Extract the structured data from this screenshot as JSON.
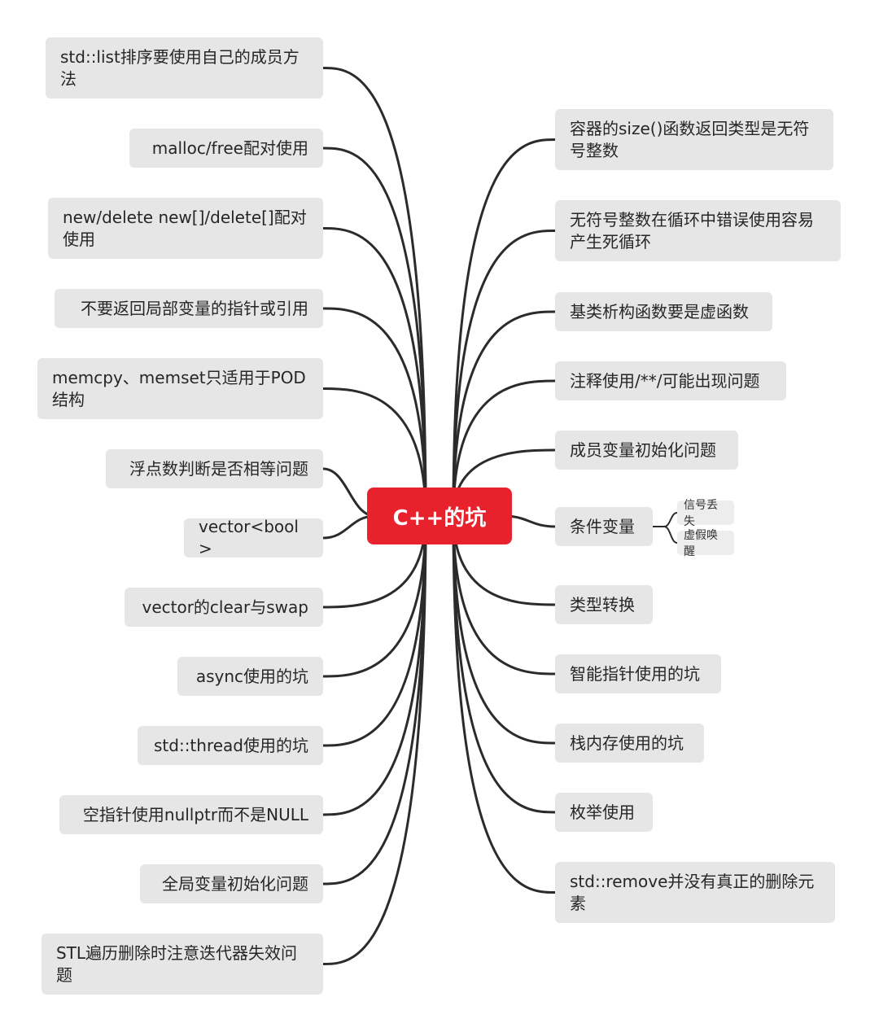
{
  "root": {
    "label": "C++的坑",
    "color": "#e8222d"
  },
  "line_color": "#2b2b2b",
  "left_topics": [
    {
      "label": "std::list排序要使用自己的成员方法"
    },
    {
      "label": "malloc/free配对使用"
    },
    {
      "label": "new/delete new[]/delete[]配对使用"
    },
    {
      "label": "不要返回局部变量的指针或引用"
    },
    {
      "label": "memcpy、memset只适用于POD结构"
    },
    {
      "label": "浮点数判断是否相等问题"
    },
    {
      "label": "vector<bool>"
    },
    {
      "label": "vector的clear与swap"
    },
    {
      "label": "async使用的坑"
    },
    {
      "label": "std::thread使用的坑"
    },
    {
      "label": "空指针使用nullptr而不是NULL"
    },
    {
      "label": "全局变量初始化问题"
    },
    {
      "label": "STL遍历删除时注意迭代器失效问题"
    }
  ],
  "right_topics": [
    {
      "label": "容器的size()函数返回类型是无符号整数"
    },
    {
      "label": "无符号整数在循环中错误使用容易产生死循环"
    },
    {
      "label": "基类析构函数要是虚函数"
    },
    {
      "label": "注释使用/**/可能出现问题"
    },
    {
      "label": "成员变量初始化问题"
    },
    {
      "label": "条件变量",
      "children": [
        "信号丢失",
        "虚假唤醒"
      ]
    },
    {
      "label": "类型转换"
    },
    {
      "label": "智能指针使用的坑"
    },
    {
      "label": "栈内存使用的坑"
    },
    {
      "label": "枚举使用"
    },
    {
      "label": "std::remove并没有真正的删除元素"
    }
  ]
}
